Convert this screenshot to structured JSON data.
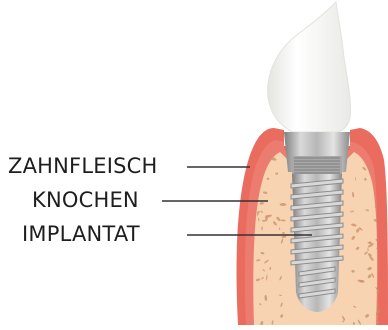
{
  "labels": {
    "gum": "ZAHNFLEISCH",
    "bone": "KNOCHEN",
    "implant": "IMPLANTAT"
  },
  "colors": {
    "gum": "#e96c5f",
    "gum_shade": "#f08b7d",
    "bone": "#f7d3b2",
    "bone_speckle": "#c98f66",
    "crown": "#f9f9f7",
    "crown_shade": "#e6e6e3",
    "implant_light": "#d8d8d8",
    "implant_dark": "#8c8c8c",
    "leader": "#333333"
  }
}
